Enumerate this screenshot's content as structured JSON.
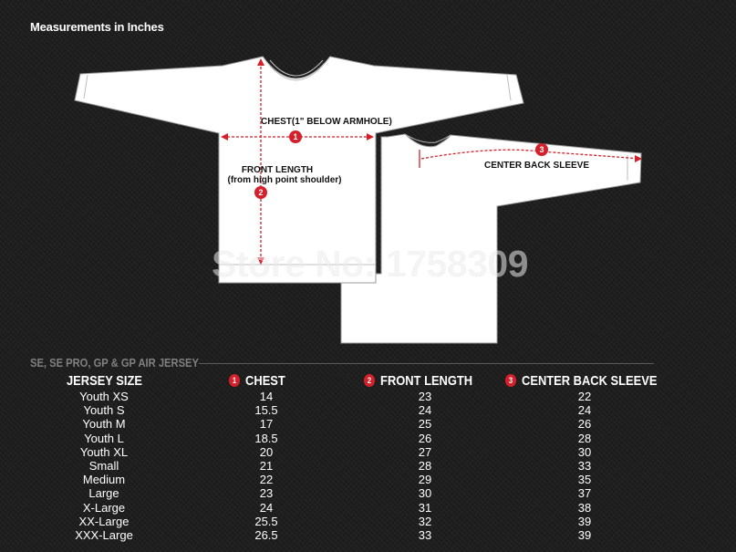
{
  "heading": "Measurements in Inches",
  "diagram": {
    "chest_label": "CHEST(1\" BELOW ARMHOLE)",
    "front_length_label": "FRONT LENGTH",
    "front_length_sub": "(from high point shoulder)",
    "sleeve_label": "CENTER BACK SLEEVE",
    "markers": [
      "1",
      "2",
      "3"
    ],
    "shirt_color": "#ffffff",
    "marker_color": "#d4202a"
  },
  "watermark": "Store No: 1758309",
  "section_title": "SE, SE PRO, GP & GP AIR JERSEY",
  "table": {
    "headers": {
      "size": "JERSEY SIZE",
      "chest_num": "1",
      "chest": "CHEST",
      "front_num": "2",
      "front": "FRONT LENGTH",
      "sleeve_num": "3",
      "sleeve": "CENTER BACK SLEEVE"
    },
    "sizes": [
      "Youth XS",
      "Youth S",
      "Youth M",
      "Youth L",
      "Youth XL",
      "Small",
      "Medium",
      "Large",
      "X-Large",
      "XX-Large",
      "XXX-Large"
    ],
    "chest": [
      "14",
      "15.5",
      "17",
      "18.5",
      "20",
      "21",
      "22",
      "23",
      "24",
      "25.5",
      "26.5"
    ],
    "front_length": [
      "23",
      "24",
      "25",
      "26",
      "27",
      "28",
      "29",
      "30",
      "31",
      "32",
      "33"
    ],
    "center_back_sleeve": [
      "22",
      "24",
      "26",
      "28",
      "30",
      "33",
      "35",
      "37",
      "38",
      "39",
      "39"
    ]
  }
}
